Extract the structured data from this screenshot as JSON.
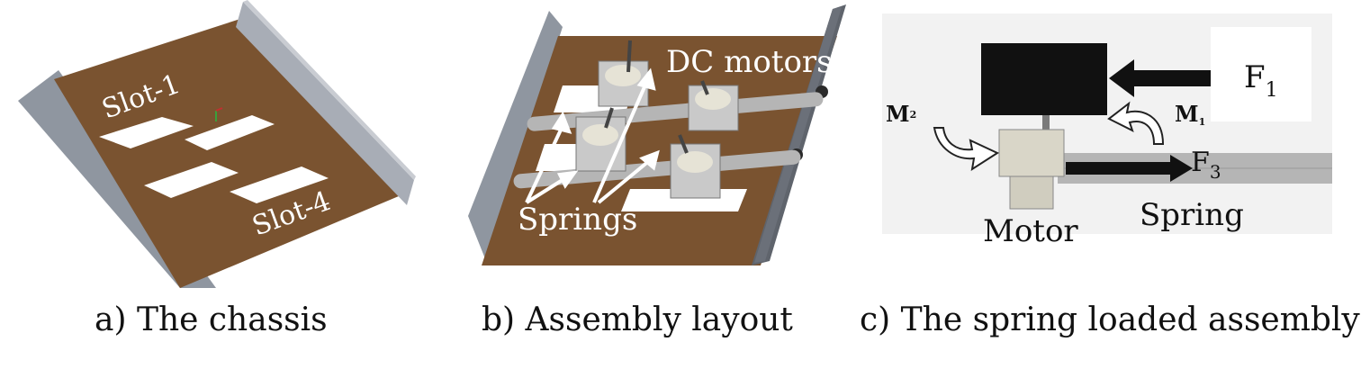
{
  "panel_a": {
    "labels": {
      "slot_1": "Slot-1",
      "slot_4": "Slot-4"
    },
    "caption": "a) The chassis"
  },
  "panel_b": {
    "labels": {
      "dc_motors": "DC motors",
      "springs": "Springs"
    },
    "caption": "b) Assembly layout"
  },
  "panel_c": {
    "labels": {
      "f1": "F",
      "f1_sub": "1",
      "m1": "M",
      "m1_sub": "1",
      "m2": "M",
      "m2_sub": "2",
      "f3": "F",
      "f3_sub": "3",
      "motor": "Motor",
      "spring": "Spring"
    },
    "caption": "c) The spring loaded assembly"
  },
  "colors": {
    "wood": "#7a5330",
    "wall": "#9ba1ab",
    "motor_dark": "#111111",
    "motor_light": "#d9d6c8",
    "rod": "#b5b5b5"
  }
}
